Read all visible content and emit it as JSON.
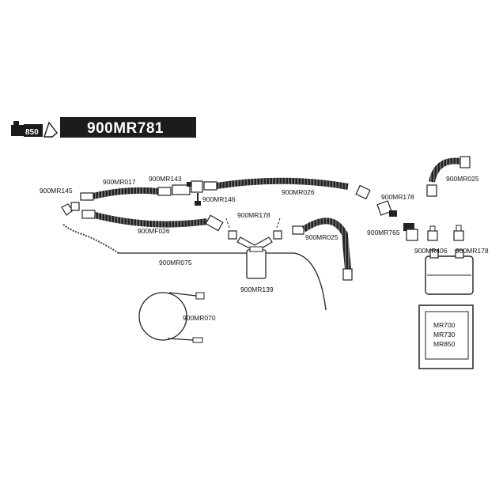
{
  "header": {
    "brand_mark": "850",
    "part_number": "900MR781"
  },
  "labels": {
    "mr145": "900MR145",
    "mr017": "900MR017",
    "mr143": "900MR143",
    "mr146": "900MR146",
    "mr026_top": "900MR026",
    "mr178_right": "900MR178",
    "mr025_top": "900MR025",
    "mr178_mid": "900MR178",
    "mr025_mid": "900MR025",
    "mr765": "900MR765",
    "mf026": "900MF026",
    "mr075": "900MR075",
    "mr139": "900MR139",
    "mr406": "900MR406",
    "mr178_small": "900MR178",
    "mr070": "900MR070"
  },
  "humidifier_models": [
    "MR700",
    "MR730",
    "MR850"
  ]
}
